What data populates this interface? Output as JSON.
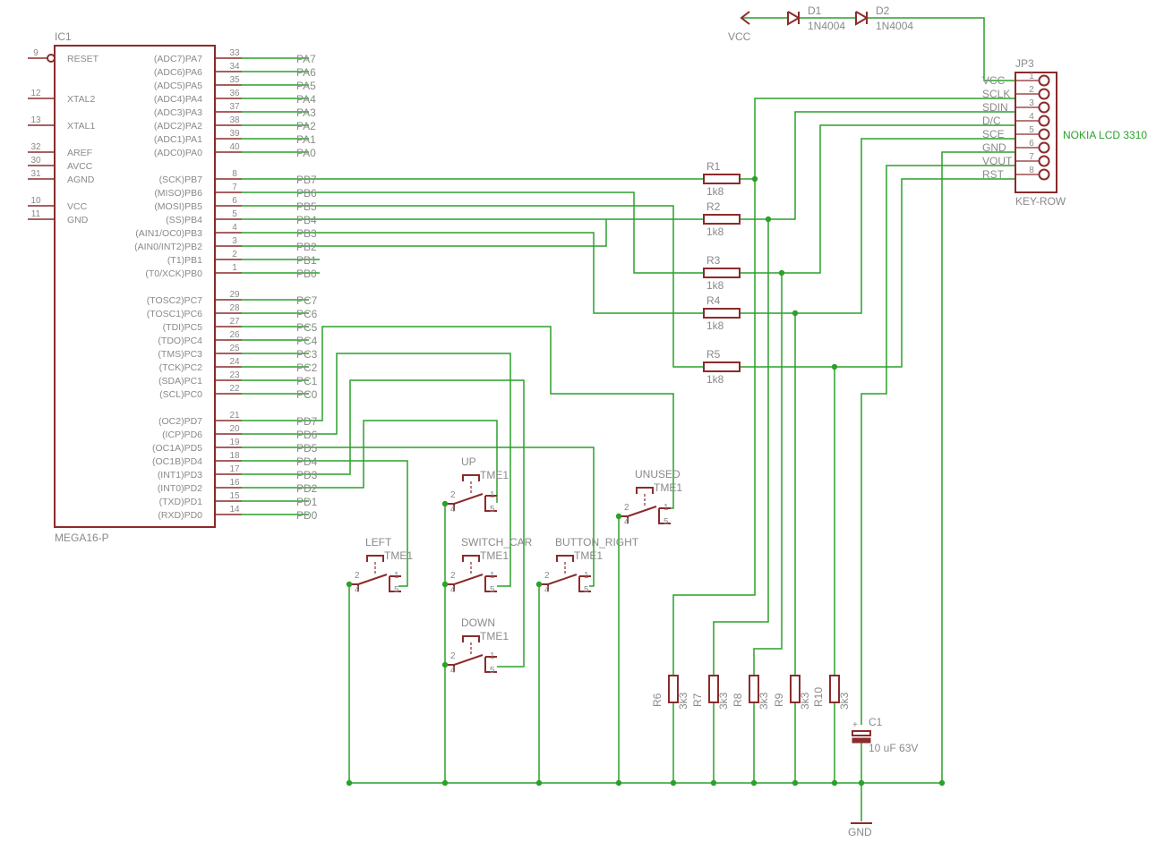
{
  "ic": {
    "ref": "IC1",
    "value": "MEGA16-P",
    "left_pins": [
      {
        "num": "9",
        "label": "RESET"
      },
      {
        "num": "12",
        "label": "XTAL2"
      },
      {
        "num": "13",
        "label": "XTAL1"
      },
      {
        "num": "32",
        "label": "AREF"
      },
      {
        "num": "30",
        "label": "AVCC"
      },
      {
        "num": "31",
        "label": "AGND"
      },
      {
        "num": "10",
        "label": "VCC"
      },
      {
        "num": "11",
        "label": "GND"
      }
    ],
    "right_pins": [
      {
        "num": "33",
        "func": "(ADC7)PA7",
        "net": "PA7"
      },
      {
        "num": "34",
        "func": "(ADC6)PA6",
        "net": "PA6"
      },
      {
        "num": "35",
        "func": "(ADC5)PA5",
        "net": "PA5"
      },
      {
        "num": "36",
        "func": "(ADC4)PA4",
        "net": "PA4"
      },
      {
        "num": "37",
        "func": "(ADC3)PA3",
        "net": "PA3"
      },
      {
        "num": "38",
        "func": "(ADC2)PA2",
        "net": "PA2"
      },
      {
        "num": "39",
        "func": "(ADC1)PA1",
        "net": "PA1"
      },
      {
        "num": "40",
        "func": "(ADC0)PA0",
        "net": "PA0"
      },
      {
        "num": "8",
        "func": "(SCK)PB7",
        "net": "PB7"
      },
      {
        "num": "7",
        "func": "(MISO)PB6",
        "net": "PB6"
      },
      {
        "num": "6",
        "func": "(MOSI)PB5",
        "net": "PB5"
      },
      {
        "num": "5",
        "func": "(SS)PB4",
        "net": "PB4"
      },
      {
        "num": "4",
        "func": "(AIN1/OC0)PB3",
        "net": "PB3"
      },
      {
        "num": "3",
        "func": "(AIN0/INT2)PB2",
        "net": "PB2"
      },
      {
        "num": "2",
        "func": "(T1)PB1",
        "net": "PB1"
      },
      {
        "num": "1",
        "func": "(T0/XCK)PB0",
        "net": "PB0"
      },
      {
        "num": "29",
        "func": "(TOSC2)PC7",
        "net": "PC7"
      },
      {
        "num": "28",
        "func": "(TOSC1)PC6",
        "net": "PC6"
      },
      {
        "num": "27",
        "func": "(TDI)PC5",
        "net": "PC5"
      },
      {
        "num": "26",
        "func": "(TDO)PC4",
        "net": "PC4"
      },
      {
        "num": "25",
        "func": "(TMS)PC3",
        "net": "PC3"
      },
      {
        "num": "24",
        "func": "(TCK)PC2",
        "net": "PC2"
      },
      {
        "num": "23",
        "func": "(SDA)PC1",
        "net": "PC1"
      },
      {
        "num": "22",
        "func": "(SCL)PC0",
        "net": "PC0"
      },
      {
        "num": "21",
        "func": "(OC2)PD7",
        "net": "PD7"
      },
      {
        "num": "20",
        "func": "(ICP)PD6",
        "net": "PD6"
      },
      {
        "num": "19",
        "func": "(OC1A)PD5",
        "net": "PD5"
      },
      {
        "num": "18",
        "func": "(OC1B)PD4",
        "net": "PD4"
      },
      {
        "num": "17",
        "func": "(INT1)PD3",
        "net": "PD3"
      },
      {
        "num": "16",
        "func": "(INT0)PD2",
        "net": "PD2"
      },
      {
        "num": "15",
        "func": "(TXD)PD1",
        "net": "PD1"
      },
      {
        "num": "14",
        "func": "(RXD)PD0",
        "net": "PD0"
      }
    ]
  },
  "power": {
    "vcc": "VCC",
    "gnd": "GND"
  },
  "diodes": [
    {
      "ref": "D1",
      "value": "1N4004"
    },
    {
      "ref": "D2",
      "value": "1N4004"
    }
  ],
  "connector": {
    "ref": "JP3",
    "value": "KEY-ROW",
    "title": "NOKIA LCD 3310",
    "pins": [
      {
        "num": "1",
        "label": "VCC"
      },
      {
        "num": "2",
        "label": "SCLK"
      },
      {
        "num": "3",
        "label": "SDIN"
      },
      {
        "num": "4",
        "label": "D/C"
      },
      {
        "num": "5",
        "label": "SCE"
      },
      {
        "num": "6",
        "label": "GND"
      },
      {
        "num": "7",
        "label": "VOUT"
      },
      {
        "num": "8",
        "label": "RST"
      }
    ]
  },
  "series_resistors": [
    {
      "ref": "R1",
      "value": "1k8"
    },
    {
      "ref": "R2",
      "value": "1k8"
    },
    {
      "ref": "R3",
      "value": "1k8"
    },
    {
      "ref": "R4",
      "value": "1k8"
    },
    {
      "ref": "R5",
      "value": "1k8"
    }
  ],
  "pulldown_resistors": [
    {
      "ref": "R6",
      "value": "3k3"
    },
    {
      "ref": "R7",
      "value": "3k3"
    },
    {
      "ref": "R8",
      "value": "3k3"
    },
    {
      "ref": "R9",
      "value": "3k3"
    },
    {
      "ref": "R10",
      "value": "3k3"
    }
  ],
  "capacitor": {
    "ref": "C1",
    "value": "10 uF 63V",
    "polarity": "+"
  },
  "switches": [
    {
      "name": "UP",
      "type": "TME1",
      "pins": [
        "2",
        "1",
        "4",
        "5"
      ]
    },
    {
      "name": "UNUSED",
      "type": "TME1",
      "pins": [
        "2",
        "1",
        "4",
        "5"
      ]
    },
    {
      "name": "LEFT",
      "type": "TME1",
      "pins": [
        "2",
        "1",
        "4",
        "5"
      ]
    },
    {
      "name": "SWITCH_CAR",
      "type": "TME1",
      "pins": [
        "2",
        "1",
        "4",
        "5"
      ]
    },
    {
      "name": "BUTTON_RIGHT",
      "type": "TME1",
      "pins": [
        "2",
        "1",
        "4",
        "5"
      ]
    },
    {
      "name": "DOWN",
      "type": "TME1",
      "pins": [
        "2",
        "1",
        "4",
        "5"
      ]
    }
  ],
  "colors": {
    "outline": "#8b2b2b",
    "wire": "#2aa12a",
    "label": "#8a8a8a"
  }
}
